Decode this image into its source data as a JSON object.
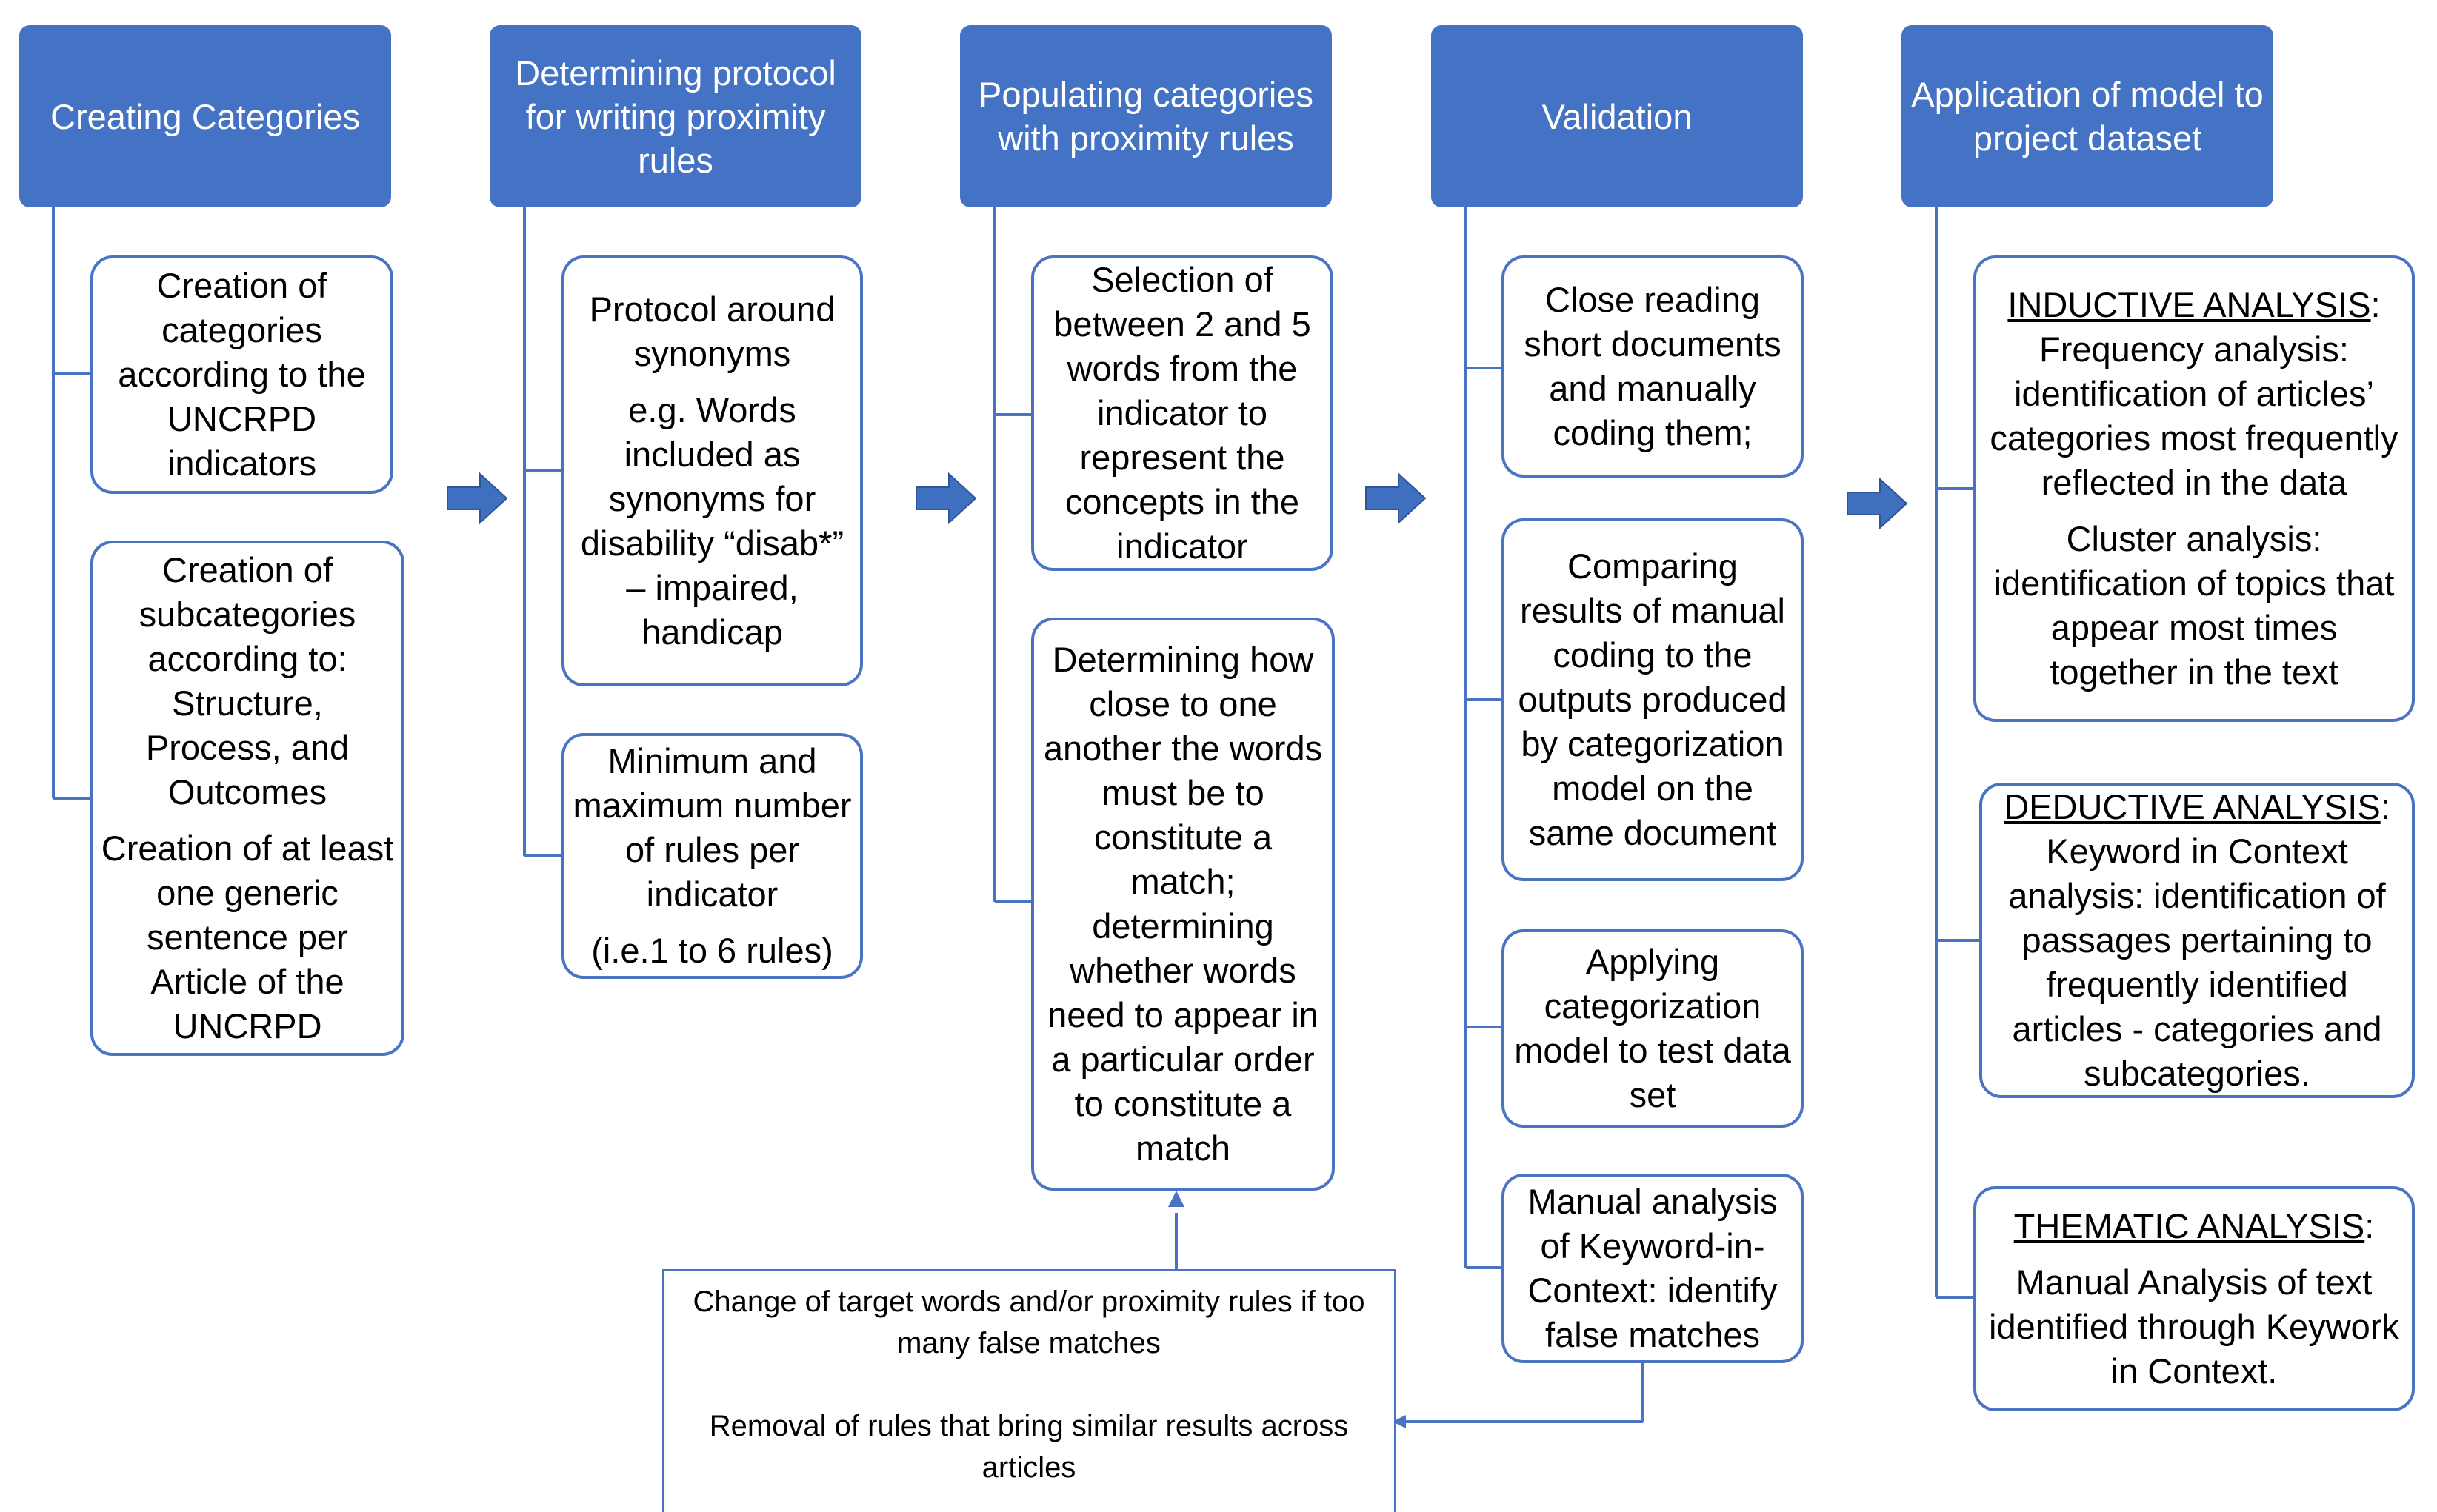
{
  "colors": {
    "header_fill": "#4472c4",
    "line": "#4a74c3",
    "arrow": "#3f6fbf"
  },
  "stages": [
    {
      "title": "Creating Categories",
      "boxes": [
        {
          "text": "Creation of categories according to the UNCRPD indicators"
        },
        {
          "text": "Creation of subcategories according to: Structure, Process, and Outcomes",
          "text2": "Creation of at least one generic sentence per Article of the UNCRPD"
        }
      ]
    },
    {
      "title": "Determining protocol for writing proximity rules",
      "boxes": [
        {
          "text": "Protocol around synonyms",
          "text2": "e.g. Words included as synonyms for disability “disab*” – impaired, handicap"
        },
        {
          "text": "Minimum and maximum number of rules per indicator",
          "text2": "(i.e.1 to 6 rules)"
        }
      ]
    },
    {
      "title": "Populating categories with proximity rules",
      "boxes": [
        {
          "text": "Selection of between 2 and 5 words from the indicator to represent the concepts in the indicator"
        },
        {
          "text": "Determining how close to one another the words must be to constitute a match; determining whether words need to appear in a particular order to constitute a match"
        }
      ]
    },
    {
      "title": "Validation",
      "boxes": [
        {
          "text": "Close reading short documents and manually coding them;"
        },
        {
          "text": "Comparing results of manual coding to the outputs produced by categorization model on the same document"
        },
        {
          "text": "Applying categorization model to test data set"
        },
        {
          "text": "Manual analysis of Keyword-in-Context: identify false matches"
        }
      ]
    },
    {
      "title": "Application of model to project dataset",
      "boxes": [
        {
          "label": "INDUCTIVE ANALYSIS",
          "text": "Frequency analysis: identification of articles’ categories most frequently reflected in the data",
          "text2": "Cluster analysis: identification of topics that appear most times together in the text"
        },
        {
          "label": "DEDUCTIVE ANALYSIS",
          "text": "Keyword in Context analysis: identification of passages pertaining to frequently identified articles - categories and subcategories."
        },
        {
          "label": "THEMATIC ANALYSIS",
          "text": "Manual Analysis of text identified through Keywork in Context."
        }
      ]
    }
  ],
  "feedback": {
    "line1": "Change of target words and/or proximity rules if too many false matches",
    "line2": "Removal of rules that bring similar results across articles"
  }
}
